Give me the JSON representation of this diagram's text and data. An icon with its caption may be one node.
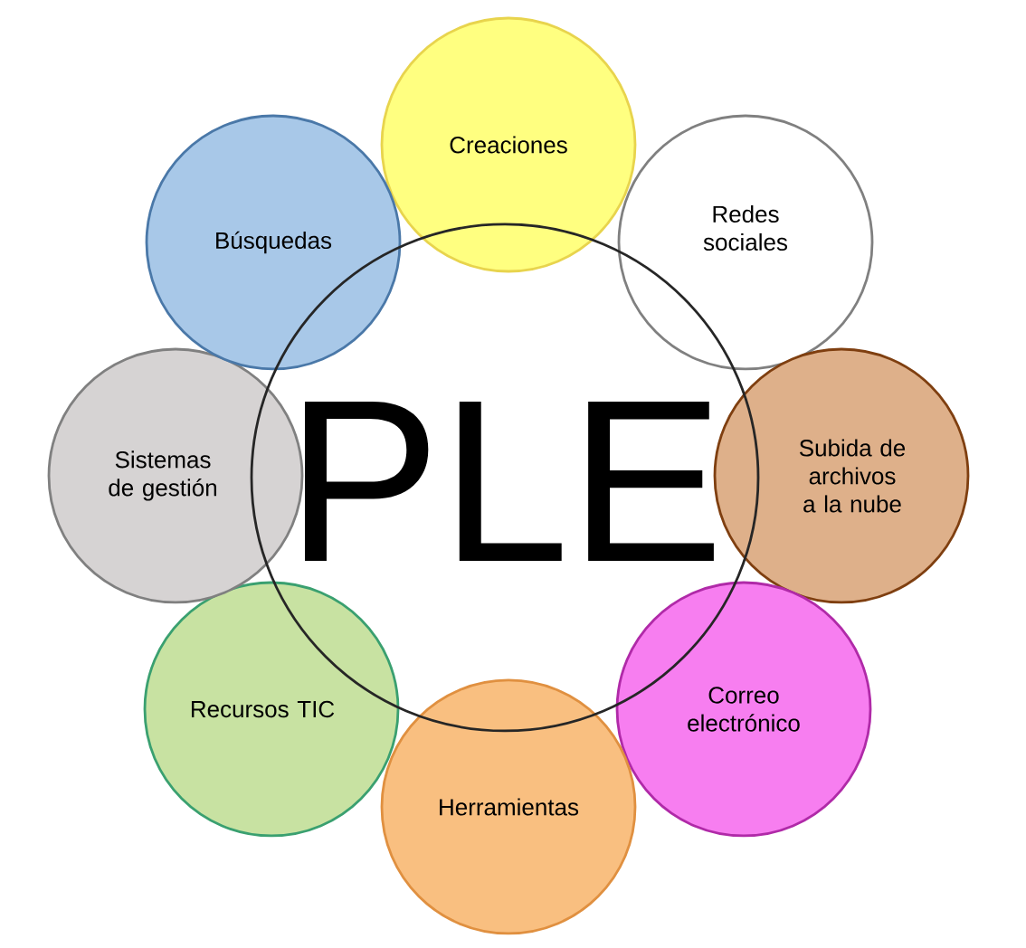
{
  "diagram": {
    "nodes": [
      {
        "text": [
          "PLE"
        ]
      },
      {
        "text": [
          "Creaciones"
        ]
      },
      {
        "text": [
          "Redes sociales"
        ]
      },
      {
        "text": [
          "Subida de archivos a la nube"
        ]
      },
      {
        "text": [
          "Correo electrónico"
        ]
      },
      {
        "text": [
          "Herramientas"
        ]
      },
      {
        "text": [
          "Recursos TIC"
        ]
      },
      {
        "text": [
          "Sistemas de gestión"
        ]
      },
      {
        "text": [
          "Búsquedas"
        ]
      }
    ]
  }
}
